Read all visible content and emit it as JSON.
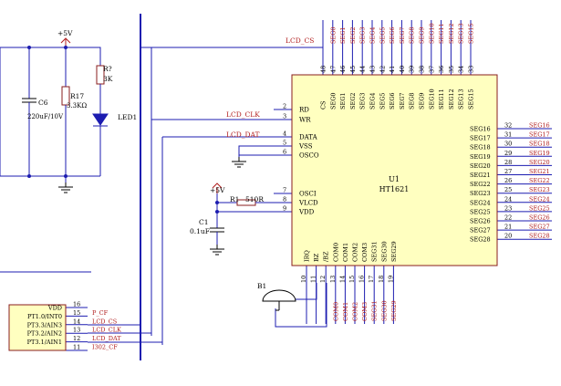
{
  "colors": {
    "background": "#ffffff",
    "wire": "#1c1cb0",
    "ic_fill": "#ffffc0",
    "ic_stroke": "#8a1c1c",
    "pin_number": "#000000",
    "net_label": "#b01c1c",
    "text": "#000000",
    "power": "#b01c1c"
  },
  "chip": {
    "designator": "U1",
    "part": "HT1621",
    "top_pins": [
      {
        "num": "48",
        "name": "CS",
        "net": "LCD_CS"
      },
      {
        "num": "47",
        "name": "SEG0",
        "net": "SEG0"
      },
      {
        "num": "46",
        "name": "SEG1",
        "net": "SEG1"
      },
      {
        "num": "45",
        "name": "SEG2",
        "net": "SEG2"
      },
      {
        "num": "44",
        "name": "SEG3",
        "net": "SEG3"
      },
      {
        "num": "43",
        "name": "SEG4",
        "net": "SEG4"
      },
      {
        "num": "42",
        "name": "SEG5",
        "net": "SEG5"
      },
      {
        "num": "41",
        "name": "SEG6",
        "net": "SEG6"
      },
      {
        "num": "40",
        "name": "SEG7",
        "net": "SEG7"
      },
      {
        "num": "39",
        "name": "SEG8",
        "net": "SEG8"
      },
      {
        "num": "38",
        "name": "SEG9",
        "net": "SEG9"
      },
      {
        "num": "37",
        "name": "SEG10",
        "net": "SEG10"
      },
      {
        "num": "36",
        "name": "SEG11",
        "net": "SEG11"
      },
      {
        "num": "35",
        "name": "SEG12",
        "net": "SEG12"
      },
      {
        "num": "34",
        "name": "SEG13",
        "net": "SEG13"
      },
      {
        "num": "33",
        "name": "SEG15",
        "net": "SEG15"
      }
    ],
    "left_pins": [
      {
        "num": "2",
        "name": "RD",
        "net": ""
      },
      {
        "num": "3",
        "name": "WR",
        "net": "LCD_CLK"
      },
      {
        "num": "4",
        "name": "DATA",
        "net": "LCD_DAT"
      },
      {
        "num": "5",
        "name": "VSS",
        "net": ""
      },
      {
        "num": "6",
        "name": "OSCO",
        "net": ""
      },
      {
        "num": "7",
        "name": "OSCI",
        "net": ""
      },
      {
        "num": "8",
        "name": "VLCD",
        "net": ""
      },
      {
        "num": "9",
        "name": "VDD",
        "net": ""
      }
    ],
    "right_pins": [
      {
        "num": "32",
        "name": "SEG16",
        "net": "SEG16"
      },
      {
        "num": "31",
        "name": "SEG17",
        "net": "SEG17"
      },
      {
        "num": "30",
        "name": "SEG18",
        "net": "SEG18"
      },
      {
        "num": "29",
        "name": "SEG19",
        "net": "SEG19"
      },
      {
        "num": "28",
        "name": "SEG20",
        "net": "SEG20"
      },
      {
        "num": "27",
        "name": "SEG21",
        "net": "SEG21"
      },
      {
        "num": "26",
        "name": "SEG22",
        "net": "SEG22"
      },
      {
        "num": "25",
        "name": "SEG23",
        "net": "SEG23"
      },
      {
        "num": "24",
        "name": "SEG24",
        "net": "SEG24"
      },
      {
        "num": "23",
        "name": "SEG25",
        "net": "SEG25"
      },
      {
        "num": "22",
        "name": "SEG26",
        "net": "SEG26"
      },
      {
        "num": "21",
        "name": "SEG27",
        "net": "SEG27"
      },
      {
        "num": "20",
        "name": "SEG28",
        "net": "SEG28"
      }
    ],
    "bottom_pins": [
      {
        "num": "10",
        "name": "IRQ",
        "net": ""
      },
      {
        "num": "11",
        "name": "BZ",
        "net": ""
      },
      {
        "num": "12",
        "name": "/BZ",
        "net": ""
      },
      {
        "num": "13",
        "name": "COM0",
        "net": "COM0"
      },
      {
        "num": "14",
        "name": "COM1",
        "net": "COM1"
      },
      {
        "num": "15",
        "name": "COM2",
        "net": "COM2"
      },
      {
        "num": "16",
        "name": "COM3",
        "net": "COM3"
      },
      {
        "num": "17",
        "name": "SEG31",
        "net": "SEG31"
      },
      {
        "num": "18",
        "name": "SEG30",
        "net": "SEG30"
      },
      {
        "num": "19",
        "name": "SEG29",
        "net": "SEG29"
      }
    ]
  },
  "mcu": {
    "pins": [
      {
        "num": "16",
        "name": "VDD",
        "net": ""
      },
      {
        "num": "15",
        "name": "PT1.0/INT0",
        "net": "P_CF"
      },
      {
        "num": "14",
        "name": "PT3.3/AIN3",
        "net": "LCD_CS"
      },
      {
        "num": "13",
        "name": "PT3.2/AIN2",
        "net": "LCD_CLK"
      },
      {
        "num": "12",
        "name": "PT3.1/AIN1",
        "net": "LCD_DAT"
      },
      {
        "num": "11",
        "name": "",
        "net": "I302_CF"
      }
    ]
  },
  "net_labels": {
    "lcd_cs": "LCD_CS",
    "lcd_clk": "LCD_CLK",
    "lcd_dat": "LCD_DAT"
  },
  "left_circuit": {
    "power": "+5V",
    "c6": {
      "ref": "C6",
      "value": "220uF/10V"
    },
    "r17": {
      "ref": "R17",
      "value": "3.3KΩ"
    },
    "r_led": {
      "ref": "R?",
      "value": "3K"
    },
    "led": {
      "ref": "LED1"
    }
  },
  "osc_circuit": {
    "power": "+5V",
    "r1": {
      "ref": "R1",
      "value": "510R"
    },
    "c1": {
      "ref": "C1",
      "value": "0.1uF"
    }
  },
  "buzzer": {
    "ref": "B1"
  }
}
